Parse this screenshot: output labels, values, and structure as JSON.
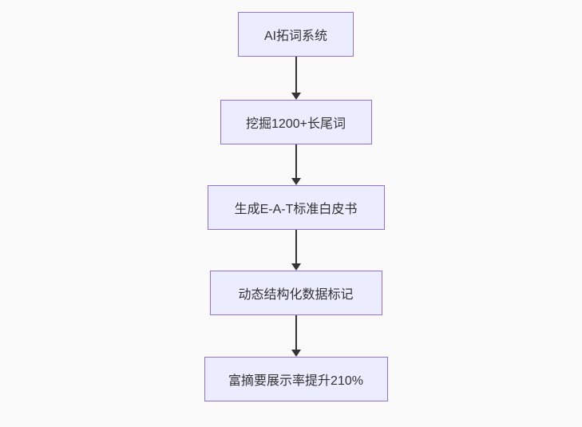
{
  "flowchart": {
    "type": "flowchart",
    "direction": "top-down",
    "nodes": [
      {
        "label": "AI拓词系统"
      },
      {
        "label": "挖掘1200+长尾词"
      },
      {
        "label": "生成E-A-T标准白皮书"
      },
      {
        "label": "动态结构化数据标记"
      },
      {
        "label": "富摘要展示率提升210%"
      }
    ],
    "edges": [
      {
        "from": 0,
        "to": 1
      },
      {
        "from": 1,
        "to": 2
      },
      {
        "from": 2,
        "to": 3
      },
      {
        "from": 3,
        "to": 4
      }
    ],
    "colors": {
      "node_fill": "#ececff",
      "node_border": "#9370db",
      "text": "#333333",
      "arrow": "#333333",
      "background": "#fafafa"
    }
  }
}
